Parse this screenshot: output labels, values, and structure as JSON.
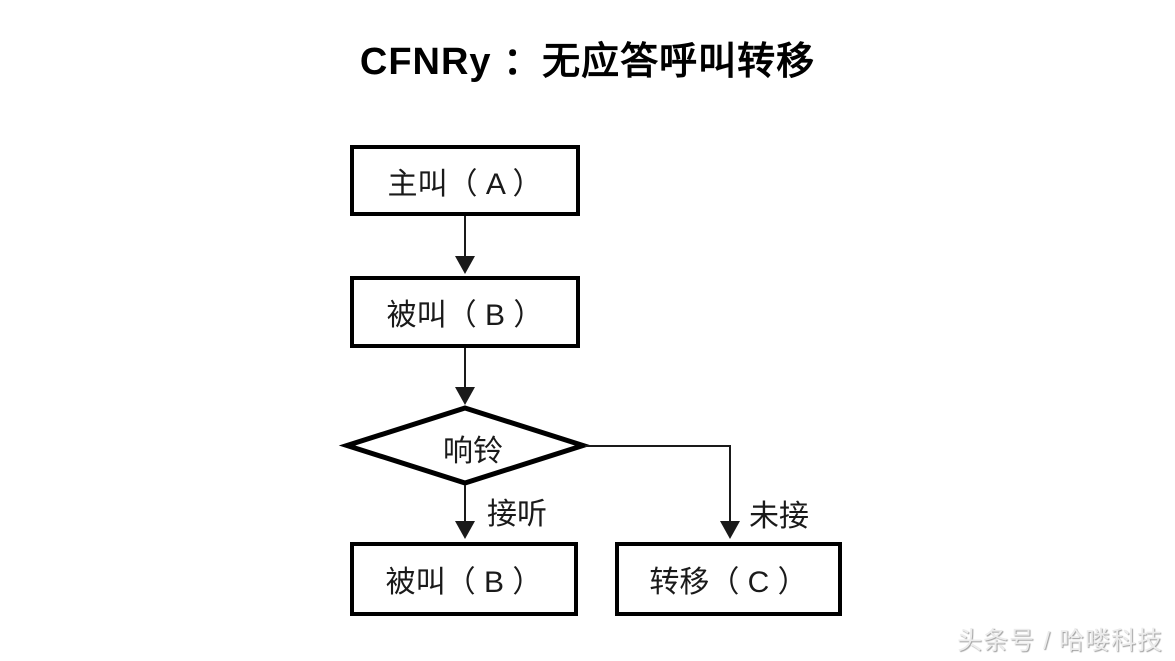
{
  "title": "CFNRy ：无应答呼叫转移",
  "flowchart": {
    "nodes": [
      {
        "id": "caller-a",
        "type": "process",
        "label": "主叫（ A ）"
      },
      {
        "id": "callee-b-ring",
        "type": "process",
        "label": "被叫（ B ）"
      },
      {
        "id": "ringing-decision",
        "type": "decision",
        "label": "响铃"
      },
      {
        "id": "callee-b-answered",
        "type": "process",
        "label": "被叫（ B ）"
      },
      {
        "id": "forward-c",
        "type": "process",
        "label": "转移（ C ）"
      }
    ],
    "edges": [
      {
        "from": "caller-a",
        "to": "callee-b-ring",
        "label": ""
      },
      {
        "from": "callee-b-ring",
        "to": "ringing-decision",
        "label": ""
      },
      {
        "from": "ringing-decision",
        "to": "callee-b-answered",
        "label": "接听"
      },
      {
        "from": "ringing-decision",
        "to": "forward-c",
        "label": "未接"
      }
    ]
  },
  "watermark": "头条号 / 哈喽科技",
  "colors": {
    "line": "#1a1a1a",
    "border": "#000000",
    "background": "#ffffff",
    "watermark_text": "#ececec"
  }
}
